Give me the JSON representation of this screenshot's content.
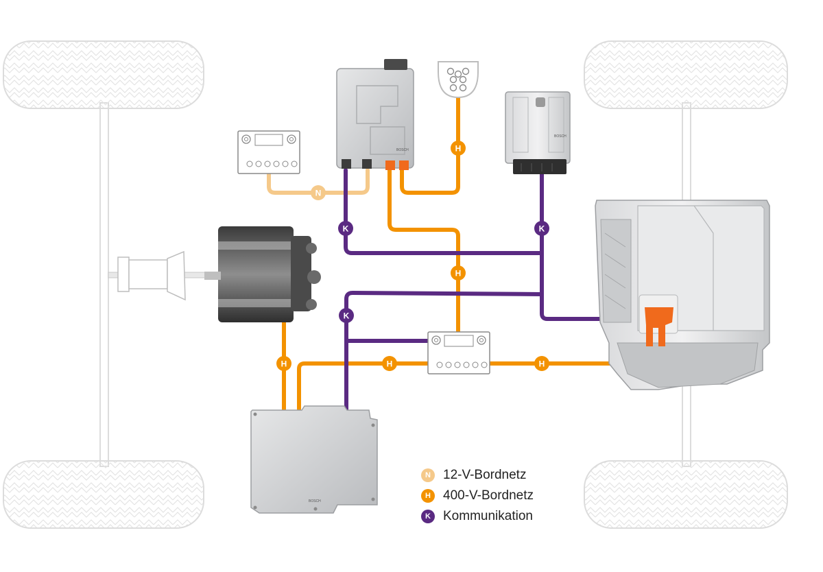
{
  "colors": {
    "net12v": "#f5c98a",
    "net400v": "#f39200",
    "comm": "#5a2a82",
    "hv_connector": "#f06a1c",
    "wheel_outline": "#dcdcdc",
    "component_grey": "#cfd0d2"
  },
  "markers": {
    "n": "N",
    "h": "H",
    "k": "K"
  },
  "legend": [
    {
      "letter": "N",
      "label": "12-V-Bordnetz",
      "color": "#f5c98a"
    },
    {
      "letter": "H",
      "label": "400-V-Bordnetz",
      "color": "#f39200"
    },
    {
      "letter": "K",
      "label": "Kommunikation",
      "color": "#5a2a82"
    }
  ],
  "branding": "BOSCH"
}
